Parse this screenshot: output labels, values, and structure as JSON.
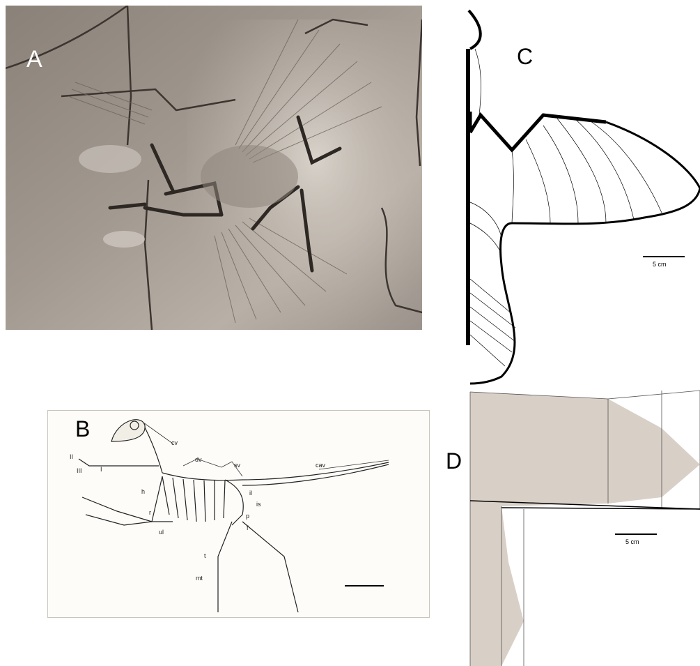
{
  "figure": {
    "panel_a": {
      "label": "A"
    },
    "panel_b": {
      "label": "B",
      "annotations": [
        "cv",
        "dv",
        "sv",
        "cav",
        "II",
        "III",
        "I",
        "h",
        "r",
        "ul",
        "il",
        "is",
        "p",
        "f",
        "t",
        "mt"
      ]
    },
    "panel_c": {
      "label": "C",
      "scale_bar": "5 cm"
    },
    "panel_d": {
      "label": "D",
      "scale_bar": "5 cm",
      "fill_color": "#d8cfc6"
    }
  }
}
